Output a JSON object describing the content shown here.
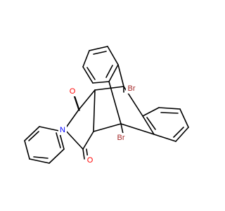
{
  "molecule": {
    "atoms": {
      "br_top": {
        "symbol": "Br",
        "color": "#a52a2a"
      },
      "br_bottom": {
        "symbol": "Br",
        "color": "#a52a2a"
      },
      "o_top": {
        "symbol": "O",
        "color": "#ff0000"
      },
      "o_bottom": {
        "symbol": "O",
        "color": "#ff0000"
      },
      "n_imide": {
        "symbol": "N",
        "color": "#0000ff"
      }
    }
  }
}
